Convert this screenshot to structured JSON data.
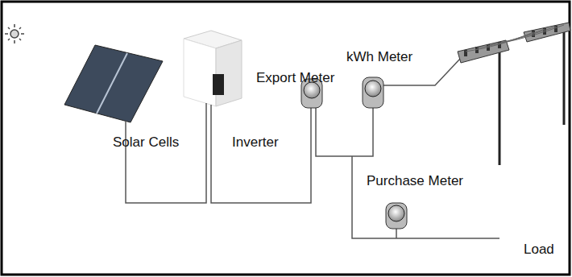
{
  "diagram": {
    "labels": [
      "Export Meter",
      "kWh Meter",
      "Solar Cells",
      "Inverter",
      "Purchase Meter",
      "Load"
    ]
  }
}
